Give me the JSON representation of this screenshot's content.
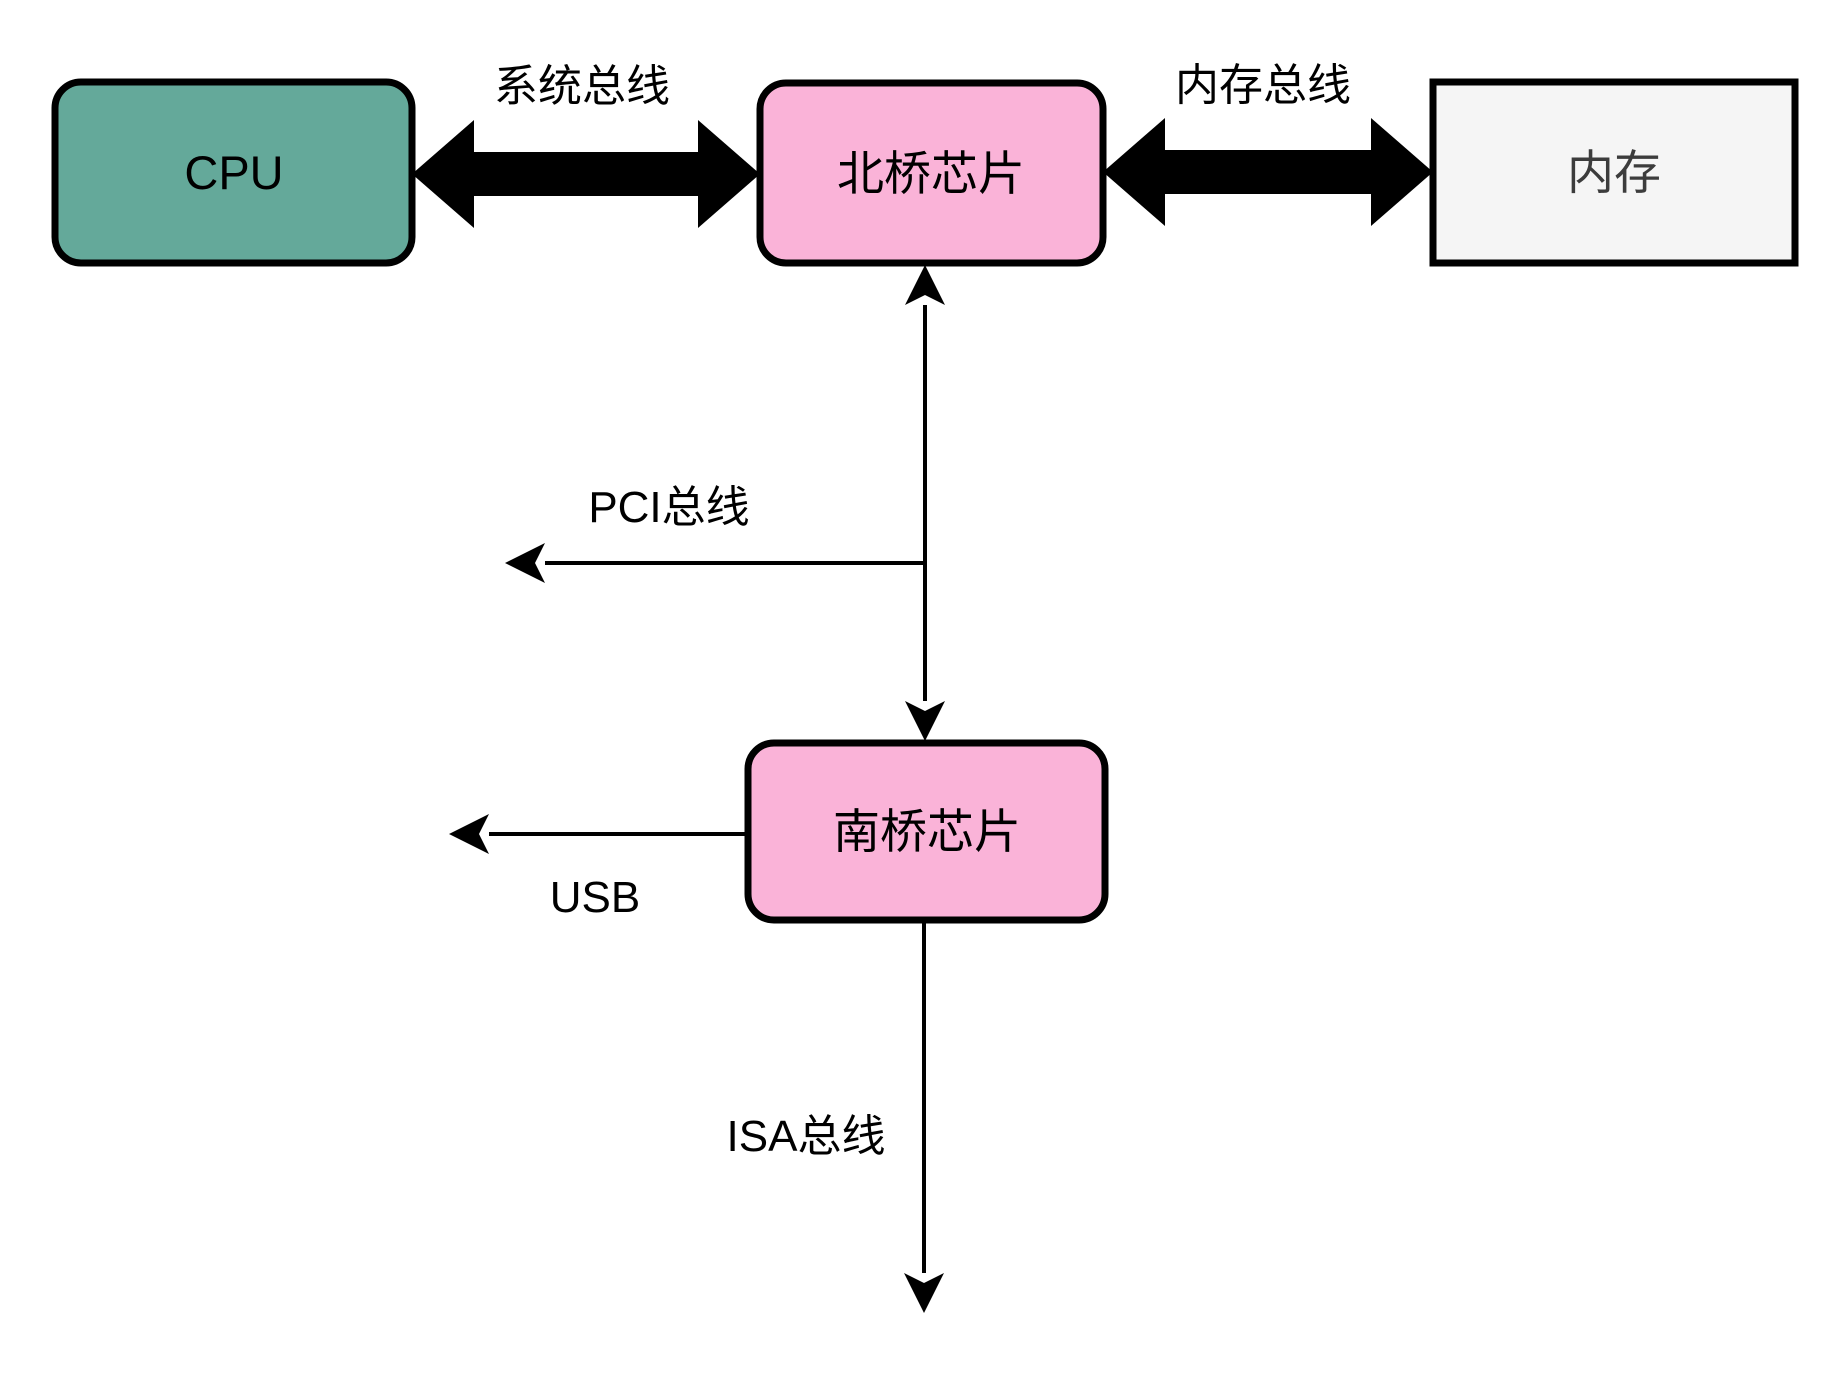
{
  "diagram": {
    "type": "block-diagram",
    "topic": "motherboard chipset bus architecture",
    "colors": {
      "cpu_fill": "#64A99A",
      "bridge_fill": "#FAB3D8",
      "memory_fill": "#F5F5F5",
      "line": "#000000",
      "memory_text": "#3C3C3C",
      "background": "#FFFFFF"
    },
    "nodes": {
      "cpu": {
        "label": "CPU"
      },
      "northbridge": {
        "label": "北桥芯片"
      },
      "memory": {
        "label": "内存"
      },
      "southbridge": {
        "label": "南桥芯片"
      }
    },
    "buses": {
      "system": {
        "label": "系统总线",
        "between": "CPU ↔ 北桥芯片",
        "style": "thick double arrow"
      },
      "memory": {
        "label": "内存总线",
        "between": "北桥芯片 ↔ 内存",
        "style": "thick double arrow"
      },
      "north_south": {
        "label": "",
        "between": "北桥芯片 ↔ 南桥芯片",
        "style": "thin double arrow"
      },
      "pci": {
        "label": "PCI总线",
        "from": "北桥-南桥连线",
        "direction": "left"
      },
      "usb": {
        "label": "USB",
        "from": "南桥芯片",
        "direction": "left"
      },
      "isa": {
        "label": "ISA总线",
        "from": "南桥芯片",
        "direction": "down"
      }
    }
  }
}
